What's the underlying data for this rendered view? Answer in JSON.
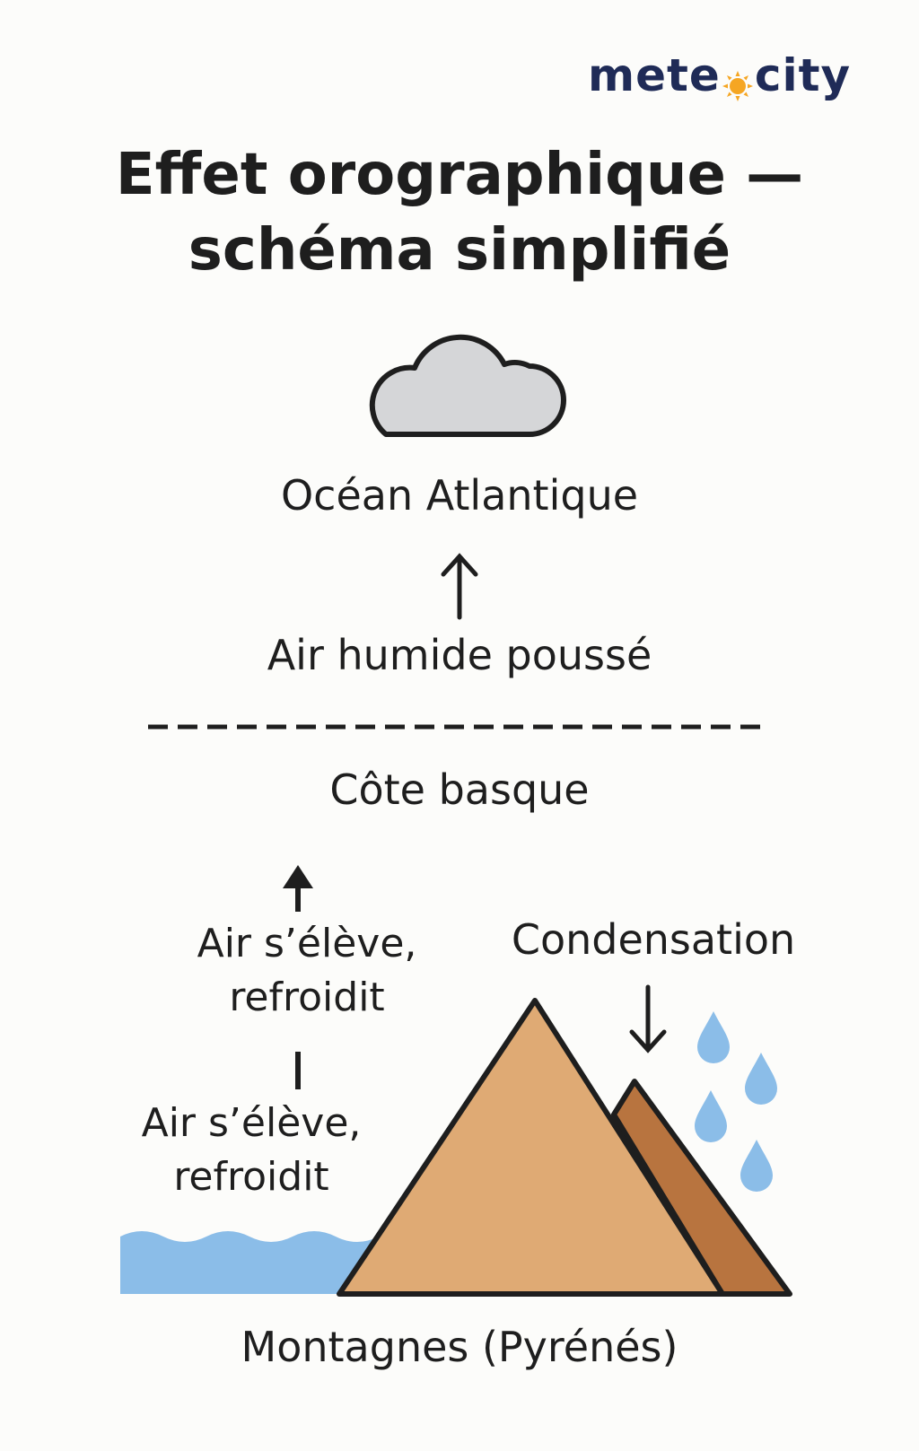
{
  "logo": {
    "left": "mete",
    "right": "city",
    "sun_color": "#f5a623",
    "text_color": "#1f2b57"
  },
  "title": {
    "line1": "Effet orographique —",
    "line2": "schéma simplifié"
  },
  "diagram": {
    "ocean_label": "Océan Atlantique",
    "push_label": "Air humide poussé",
    "coast_label": "Côte basque",
    "rise_upper_line1": "Air s’élève,",
    "rise_upper_line2": "refroidit",
    "rise_lower_line1": "Air s’élève,",
    "rise_lower_line2": "refroidit",
    "condensation_label": "Condensation",
    "mountains_label": "Montagnes (Pyrénés)"
  },
  "colors": {
    "cloud_fill": "#d5d6d8",
    "mountain_main": "#dfaa74",
    "mountain_side": "#b8743f",
    "water": "#8bbde8",
    "raindrop": "#8bbde8",
    "outline": "#1e1e1e"
  }
}
